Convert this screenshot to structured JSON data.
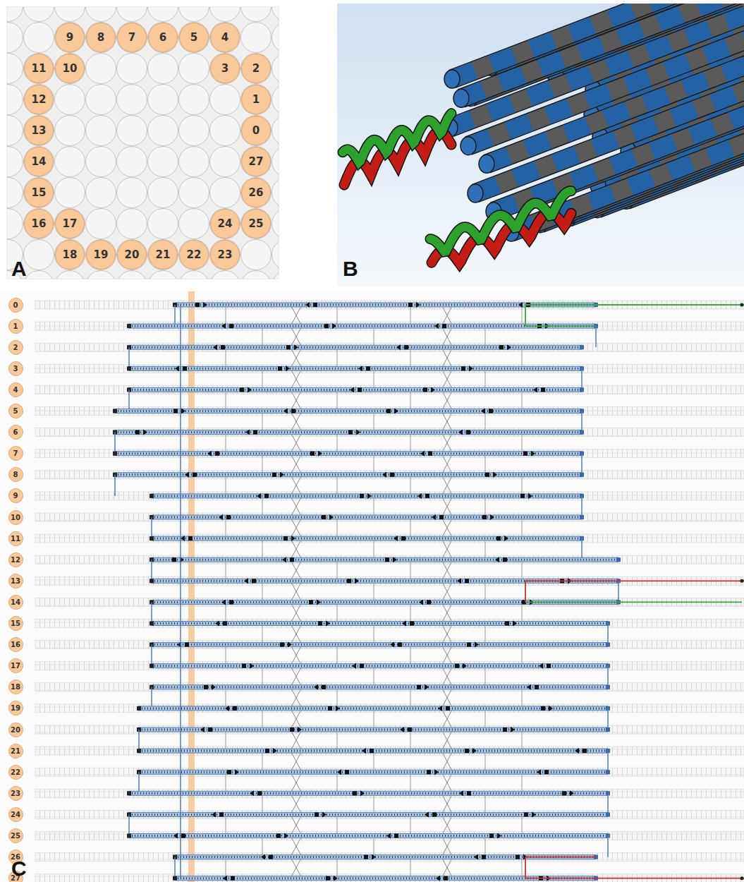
{
  "diagram": {
    "nodes": [
      {
        "text": [
          "9"
        ]
      },
      {
        "text": [
          "8"
        ]
      },
      {
        "text": [
          "7"
        ]
      },
      {
        "text": [
          "6"
        ]
      },
      {
        "text": [
          "5"
        ]
      },
      {
        "text": [
          "4"
        ]
      },
      {
        "text": [
          "11"
        ]
      },
      {
        "text": [
          "10"
        ]
      },
      {
        "text": [
          "3"
        ]
      },
      {
        "text": [
          "2"
        ]
      },
      {
        "text": [
          "12"
        ]
      },
      {
        "text": [
          "1"
        ]
      },
      {
        "text": [
          "13"
        ]
      },
      {
        "text": [
          "0"
        ]
      },
      {
        "text": [
          "14"
        ]
      },
      {
        "text": [
          "27"
        ]
      },
      {
        "text": [
          "15"
        ]
      },
      {
        "text": [
          "26"
        ]
      },
      {
        "text": [
          "16"
        ]
      },
      {
        "text": [
          "17"
        ]
      },
      {
        "text": [
          "24"
        ]
      },
      {
        "text": [
          "25"
        ]
      },
      {
        "text": [
          "18"
        ]
      },
      {
        "text": [
          "19"
        ]
      },
      {
        "text": [
          "20"
        ]
      },
      {
        "text": [
          "21"
        ]
      },
      {
        "text": [
          "22"
        ]
      },
      {
        "text": [
          "23"
        ]
      },
      {
        "text": [
          "0"
        ]
      },
      {
        "text": [
          "1"
        ]
      },
      {
        "text": [
          "2"
        ]
      },
      {
        "text": [
          "3"
        ]
      },
      {
        "text": [
          "4"
        ]
      },
      {
        "text": [
          "5"
        ]
      },
      {
        "text": [
          "6"
        ]
      },
      {
        "text": [
          "7"
        ]
      },
      {
        "text": [
          "8"
        ]
      },
      {
        "text": [
          "9"
        ]
      },
      {
        "text": [
          "10"
        ]
      },
      {
        "text": [
          "11"
        ]
      },
      {
        "text": [
          "12"
        ]
      },
      {
        "text": [
          "13"
        ]
      },
      {
        "text": [
          "14"
        ]
      },
      {
        "text": [
          "15"
        ]
      },
      {
        "text": [
          "16"
        ]
      },
      {
        "text": [
          "17"
        ]
      },
      {
        "text": [
          "18"
        ]
      },
      {
        "text": [
          "19"
        ]
      },
      {
        "text": [
          "20"
        ]
      },
      {
        "text": [
          "21"
        ]
      },
      {
        "text": [
          "22"
        ]
      },
      {
        "text": [
          "23"
        ]
      },
      {
        "text": [
          "24"
        ]
      },
      {
        "text": [
          "25"
        ]
      },
      {
        "text": [
          "26"
        ]
      },
      {
        "text": [
          "27"
        ]
      }
    ],
    "labels": [
      "A",
      "B",
      "C"
    ]
  }
}
